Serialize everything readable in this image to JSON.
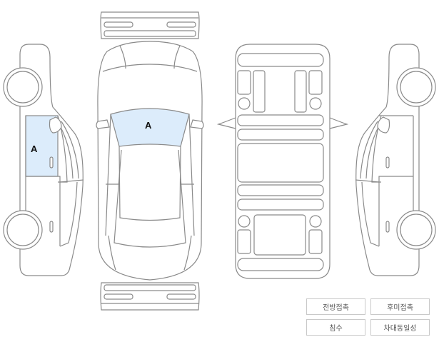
{
  "markers": {
    "left_door": "A",
    "windshield": "A"
  },
  "buttons": {
    "front_collision": "전방접촉",
    "rear_collision": "후미접촉",
    "flooding": "침수",
    "vehicle_identity": "차대동일성"
  }
}
